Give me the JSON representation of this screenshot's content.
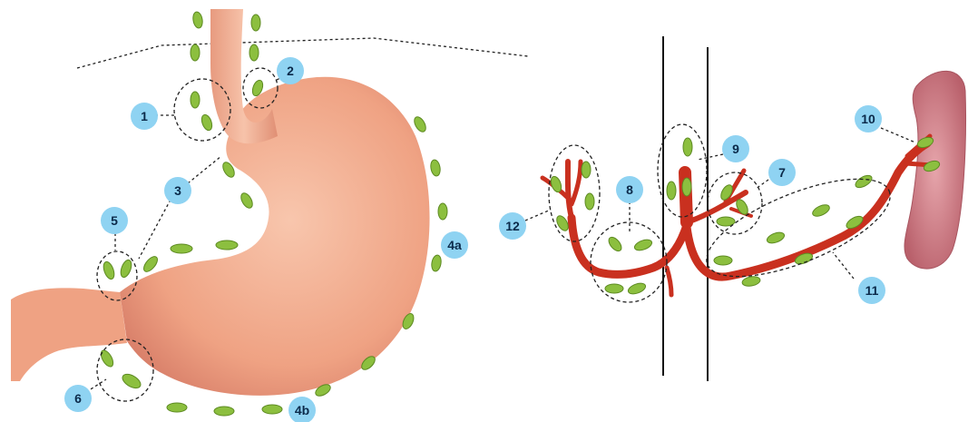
{
  "labels": {
    "n1": "1",
    "n2": "2",
    "n3": "3",
    "n4a": "4a",
    "n4b": "4b",
    "n5": "5",
    "n6": "6",
    "n7": "7",
    "n8": "8",
    "n9": "9",
    "n10": "10",
    "n11": "11",
    "n12": "12"
  },
  "colors": {
    "stomach": "#f1a98a",
    "lymph_node": "#8cbf3f",
    "artery": "#c9301f",
    "spleen": "#d98c93",
    "label_badge": "#8fd3f2"
  }
}
